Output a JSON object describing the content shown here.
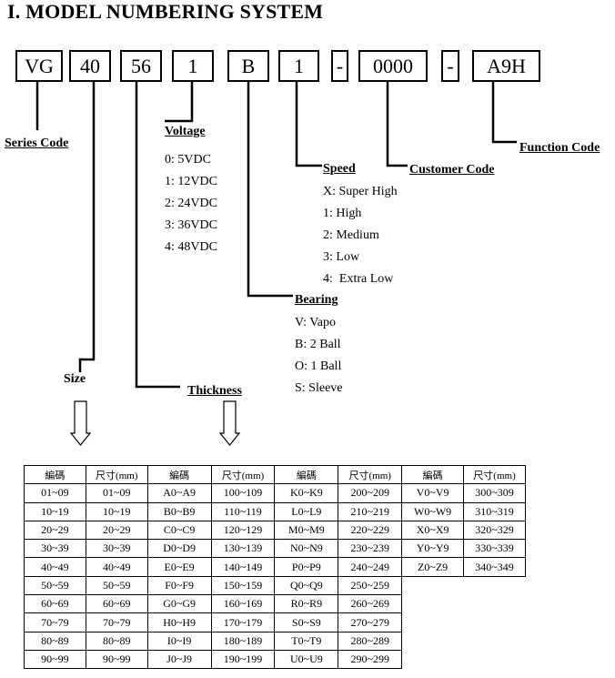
{
  "title": "I. MODEL NUMBERING SYSTEM",
  "model_boxes": [
    "VG",
    "40",
    "56",
    "1",
    "B",
    "1",
    "-",
    "0000",
    "-",
    "A9H"
  ],
  "labels": {
    "series_code": "Series Code",
    "voltage": "Voltage",
    "speed": "Speed",
    "customer_code": "Customer Code",
    "function_code": "Function Code",
    "bearing": "Bearing",
    "size": "Size",
    "thickness": "Thickness"
  },
  "voltage_options": [
    "0: 5VDC",
    "1: 12VDC",
    "2: 24VDC",
    "3: 36VDC",
    "4: 48VDC"
  ],
  "speed_options": [
    "X: Super High",
    "1: High",
    "2: Medium",
    "3: Low",
    "4:  Extra Low"
  ],
  "bearing_options": [
    "V: Vapo",
    "B: 2 Ball",
    "O: 1 Ball",
    "S: Sleeve"
  ],
  "table": {
    "headers": [
      "編碼",
      "尺寸(mm)",
      "編碼",
      "尺寸(mm)",
      "編碼",
      "尺寸(mm)",
      "編碼",
      "尺寸(mm)"
    ],
    "rows": [
      [
        "01~09",
        "01~09",
        "A0~A9",
        "100~109",
        "K0~K9",
        "200~209",
        "V0~V9",
        "300~309"
      ],
      [
        "10~19",
        "10~19",
        "B0~B9",
        "110~119",
        "L0~L9",
        "210~219",
        "W0~W9",
        "310~319"
      ],
      [
        "20~29",
        "20~29",
        "C0~C9",
        "120~129",
        "M0~M9",
        "220~229",
        "X0~X9",
        "320~329"
      ],
      [
        "30~39",
        "30~39",
        "D0~D9",
        "130~139",
        "N0~N9",
        "230~239",
        "Y0~Y9",
        "330~339"
      ],
      [
        "40~49",
        "40~49",
        "E0~E9",
        "140~149",
        "P0~P9",
        "240~249",
        "Z0~Z9",
        "340~349"
      ],
      [
        "50~59",
        "50~59",
        "F0~F9",
        "150~159",
        "Q0~Q9",
        "250~259",
        "",
        ""
      ],
      [
        "60~69",
        "60~69",
        "G0~G9",
        "160~169",
        "R0~R9",
        "260~269",
        "",
        ""
      ],
      [
        "70~79",
        "70~79",
        "H0~H9",
        "170~179",
        "S0~S9",
        "270~279",
        "",
        ""
      ],
      [
        "80~89",
        "80~89",
        "I0~I9",
        "180~189",
        "T0~T9",
        "280~289",
        "",
        ""
      ],
      [
        "90~99",
        "90~99",
        "J0~J9",
        "190~199",
        "U0~U9",
        "290~299",
        "",
        ""
      ]
    ]
  }
}
